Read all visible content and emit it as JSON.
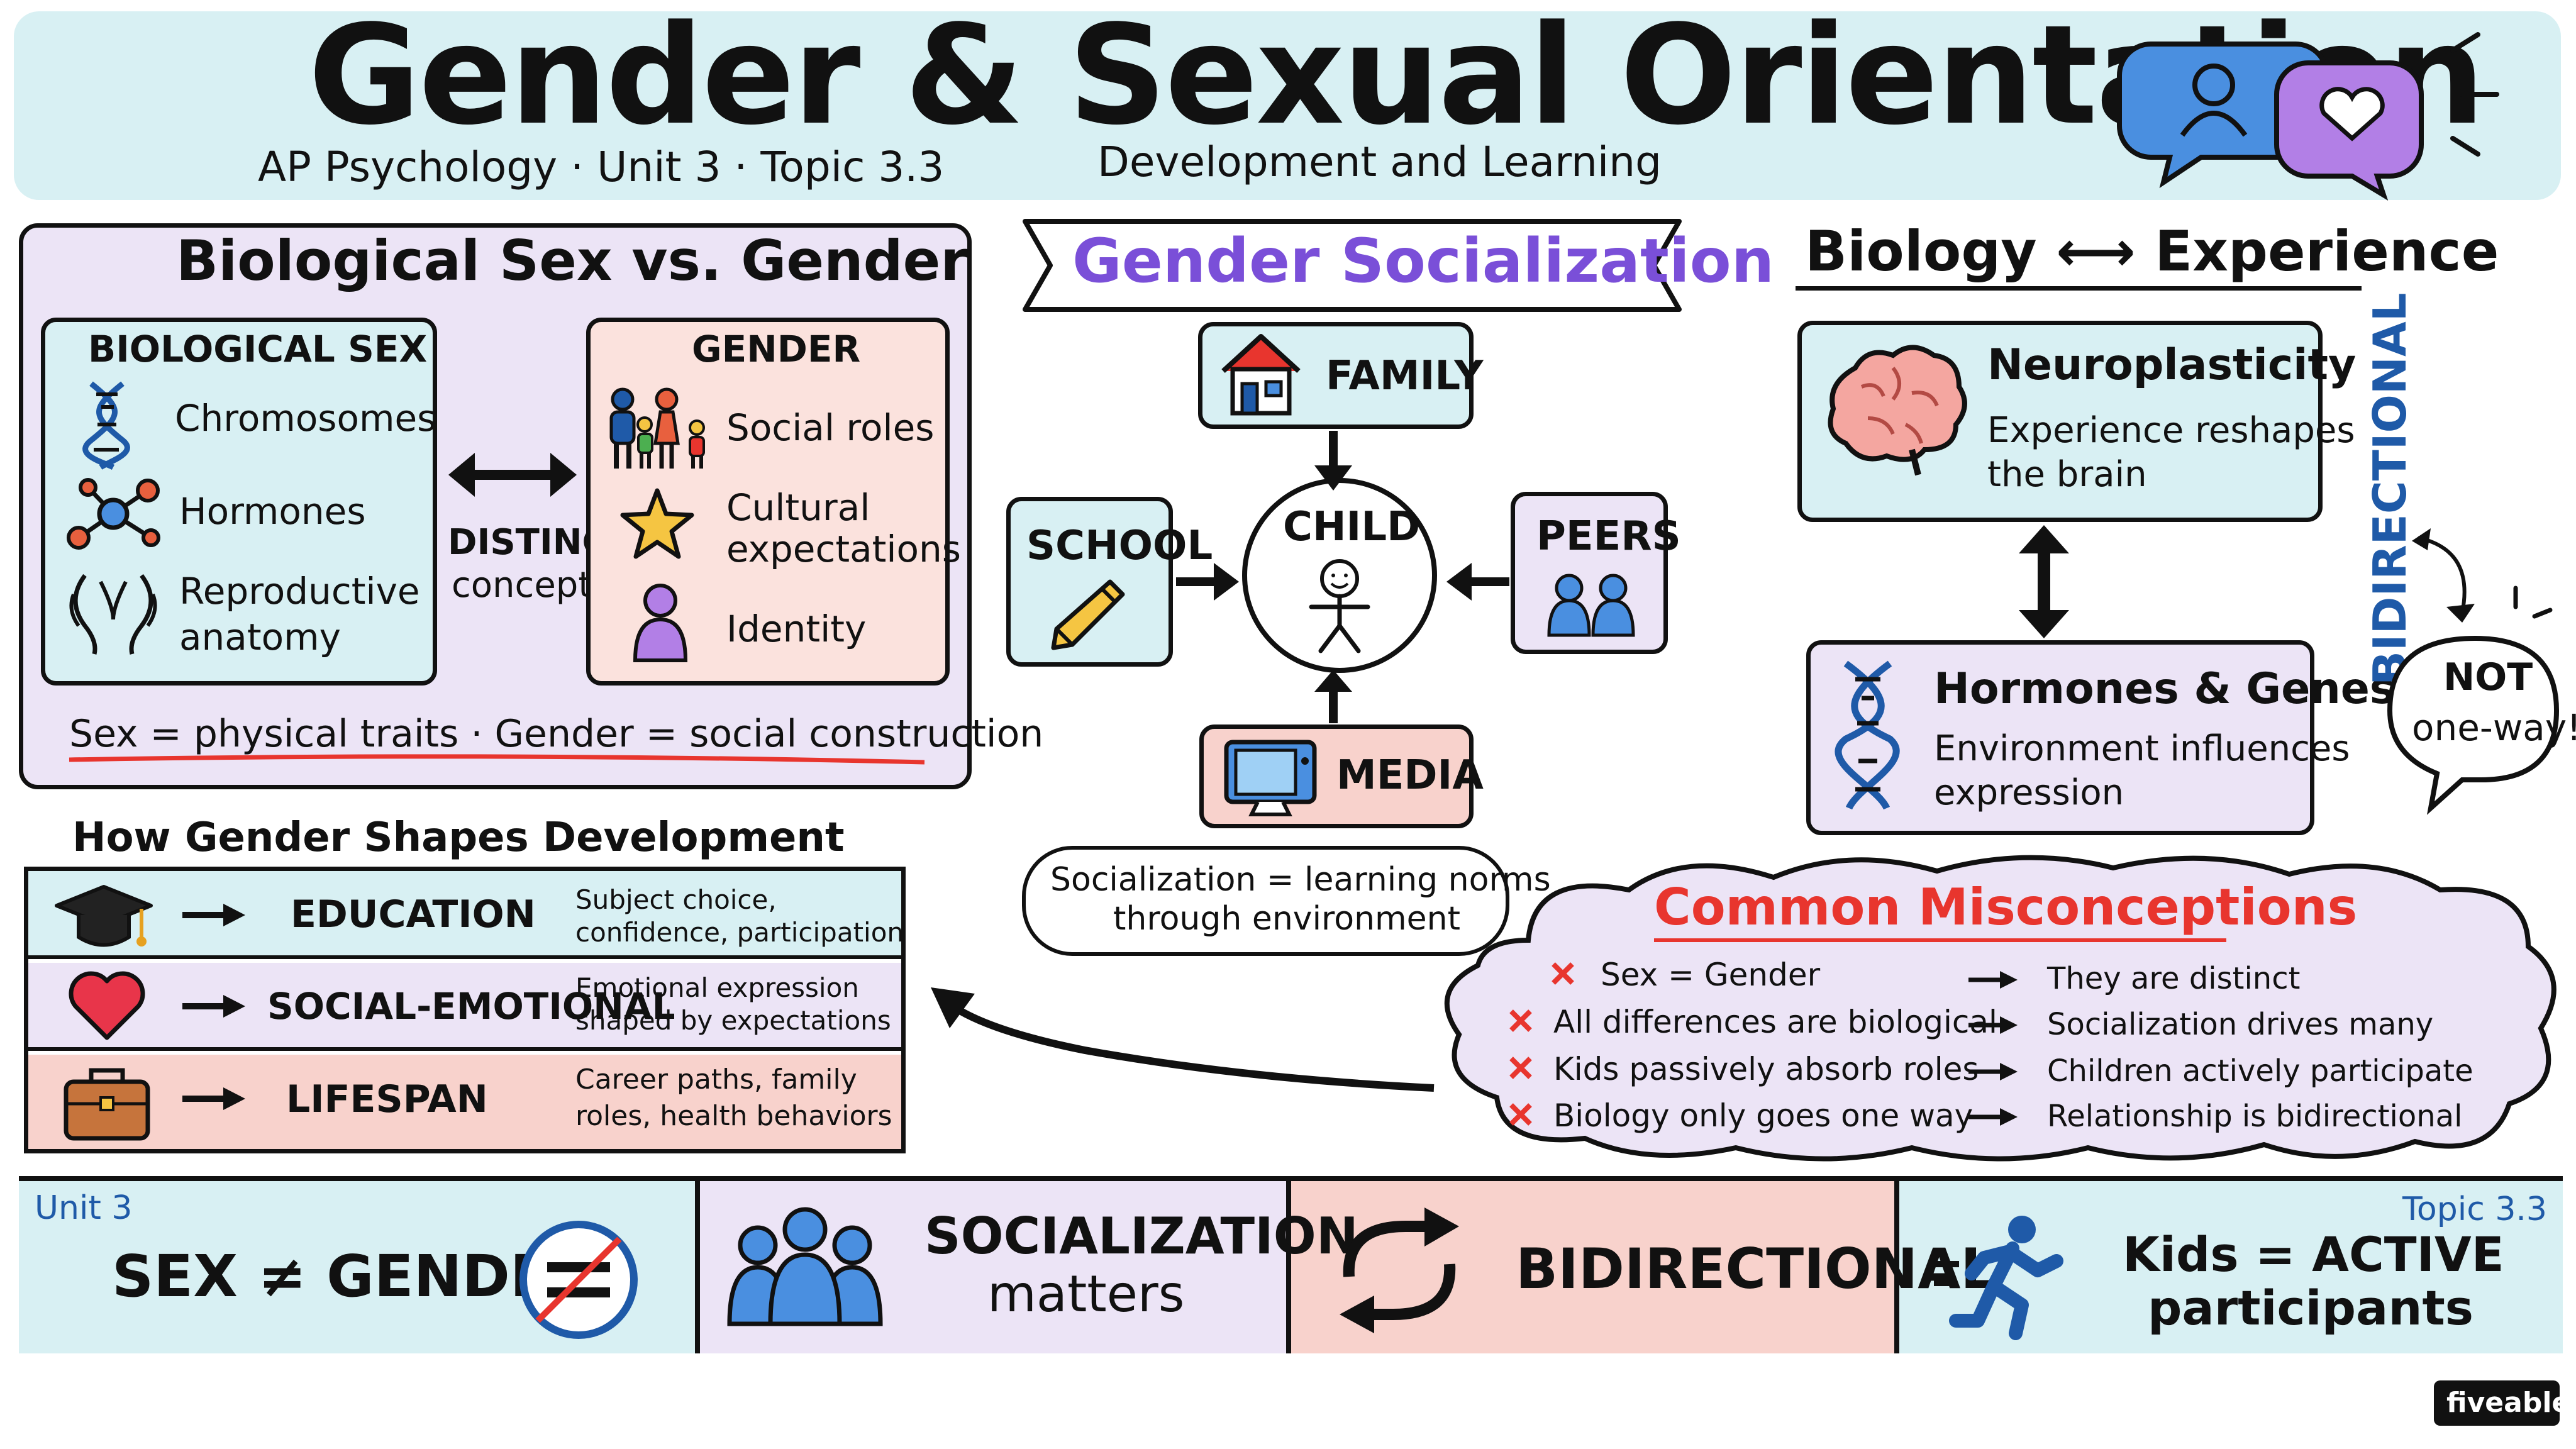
{
  "header": {
    "title": "Gender & Sexual Orientation",
    "subtitle_left": "AP Psychology · Unit 3 · Topic 3.3",
    "subtitle_right": "Development and Learning"
  },
  "bio_vs_gender": {
    "title": "Biological Sex vs. Gender",
    "bio_sex": {
      "heading": "BIOLOGICAL SEX",
      "items": [
        "Chromosomes",
        "Hormones",
        "Reproductive",
        "anatomy"
      ]
    },
    "connector": {
      "line1": "DISTINCT",
      "line2": "concepts"
    },
    "gender": {
      "heading": "GENDER",
      "items": [
        "Social roles",
        "Cultural",
        "expectations",
        "Identity"
      ]
    },
    "summary": "Sex = physical traits · Gender = social construction"
  },
  "socialization": {
    "title": "Gender Socialization",
    "family": "FAMILY",
    "school": "SCHOOL",
    "child": "CHILD",
    "peers": "PEERS",
    "media": "MEDIA",
    "note_line1": "Socialization = learning norms",
    "note_line2": "through environment"
  },
  "bio_experience": {
    "title": "Biology ⟷ Experience",
    "neuro": {
      "title": "Neuroplasticity",
      "line1": "Experience reshapes",
      "line2": "the brain"
    },
    "hormones": {
      "title": "Hormones & Genes",
      "line1": "Environment influences",
      "line2": "expression"
    },
    "side_label": "BIDIRECTIONAL",
    "bubble_line1": "NOT",
    "bubble_line2": "one-way!"
  },
  "development": {
    "title": "How Gender Shapes Development",
    "rows": [
      {
        "label": "EDUCATION",
        "desc1": "Subject choice,",
        "desc2": "confidence, participation",
        "bg": "#d8f0f3"
      },
      {
        "label": "SOCIAL-EMOTIONAL",
        "desc1": "Emotional expression",
        "desc2": "shaped by expectations",
        "bg": "#ece4f6"
      },
      {
        "label": "LIFESPAN",
        "desc1": "Career paths, family",
        "desc2": "roles, health behaviors",
        "bg": "#f8d2cc"
      }
    ]
  },
  "misconceptions": {
    "title": "Common Misconceptions",
    "rows": [
      {
        "myth": "Sex = Gender",
        "fact": "They are distinct"
      },
      {
        "myth": "All differences are biological",
        "fact": "Socialization drives many"
      },
      {
        "myth": "Kids passively absorb roles",
        "fact": "Children actively participate"
      },
      {
        "myth": "Biology only goes one way",
        "fact": "Relationship is bidirectional"
      }
    ]
  },
  "footer": {
    "unit": "Unit 3",
    "topic": "Topic 3.3",
    "item1": "SEX ≠ GENDER",
    "item2_line1": "SOCIALIZATION",
    "item2_line2": "matters",
    "item3": "BIDIRECTIONAL",
    "item4_line1": "Kids = ACTIVE",
    "item4_line2": "participants"
  },
  "brand": "fiveable",
  "colors": {
    "teal": "#d8f0f3",
    "lavender": "#ece4f6",
    "salmon": "#f8d2cc",
    "purple": "#7a4fd8",
    "red": "#e8352e",
    "blue": "#1f5aa8"
  },
  "icons": [
    "dna-icon",
    "molecule-icon",
    "anatomy-icon",
    "family-icon",
    "star-icon",
    "person-icon",
    "house-icon",
    "pencil-icon",
    "stick-figure-icon",
    "peers-icon",
    "tv-icon",
    "brain-icon",
    "graduation-cap-icon",
    "heart-icon",
    "briefcase-icon",
    "speech-bubbles-icon",
    "not-equal-icon",
    "group-icon",
    "cycle-arrows-icon",
    "runner-icon"
  ]
}
